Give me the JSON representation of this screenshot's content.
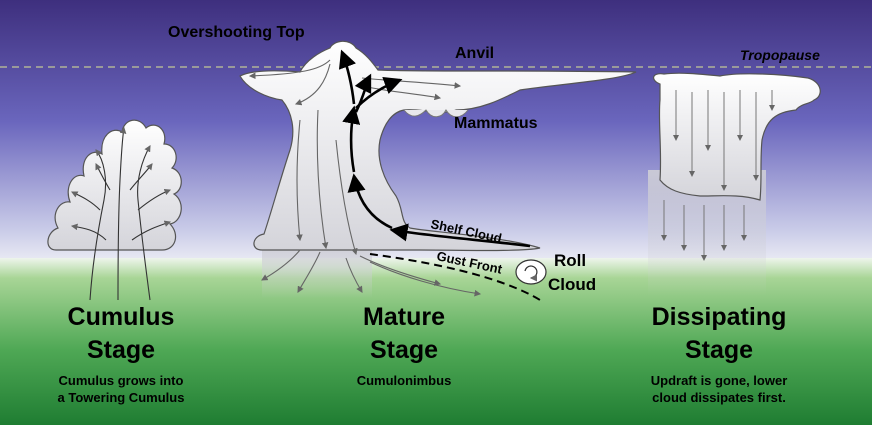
{
  "stages": [
    {
      "title_line1": "Cumulus",
      "title_line2": "Stage",
      "desc_line1": "Cumulus grows into",
      "desc_line2": "a Towering Cumulus"
    },
    {
      "title_line1": "Mature",
      "title_line2": "Stage",
      "desc_line1": "Cumulonimbus",
      "desc_line2": ""
    },
    {
      "title_line1": "Dissipating",
      "title_line2": "Stage",
      "desc_line1": "Updraft is gone, lower",
      "desc_line2": "cloud dissipates first."
    }
  ],
  "labels": {
    "overshooting_top": "Overshooting Top",
    "anvil": "Anvil",
    "tropopause": "Tropopause",
    "mammatus": "Mammatus",
    "shelf_cloud": "Shelf Cloud",
    "gust_front": "Gust Front",
    "roll_line1": "Roll",
    "roll_line2": "Cloud"
  },
  "colors": {
    "sky_top": "#4b3a8c",
    "sky_mid": "#6f6cc0",
    "horizon": "#f2f4f2",
    "ground_top": "#9fd08a",
    "ground_bottom": "#2a8a3a",
    "cloud": "#f4f4f6",
    "cloud_shade": "#c9c9cf",
    "arrow_light": "#777777",
    "arrow_dark": "#000000"
  }
}
